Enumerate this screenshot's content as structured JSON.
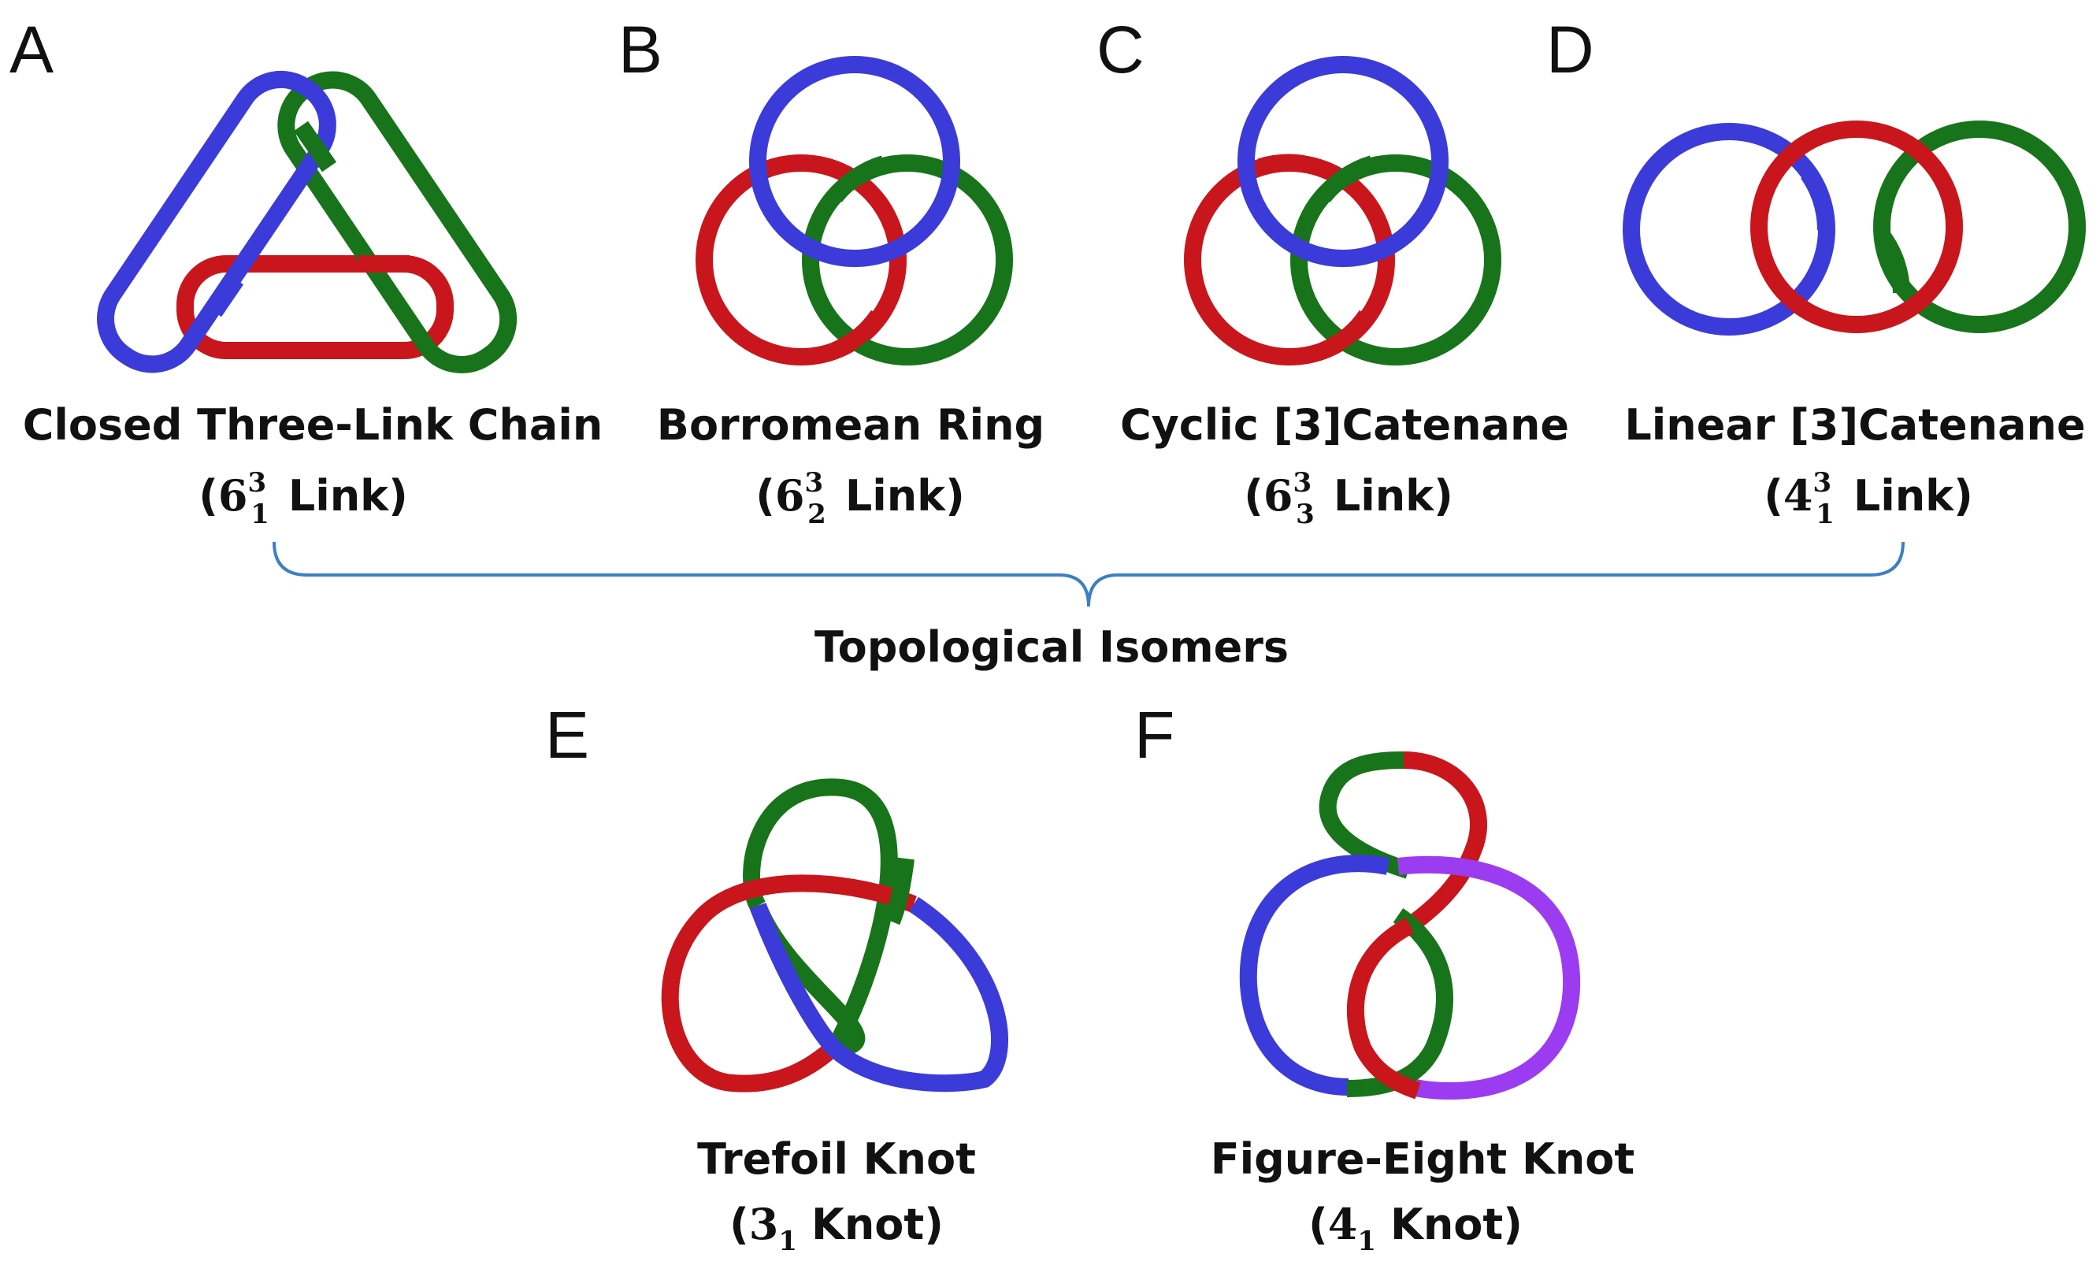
{
  "colors": {
    "blue": "#3b3bd9",
    "red": "#c8161c",
    "green": "#18741a",
    "purple": "#9b3cf0",
    "brace": "#3d7fc4"
  },
  "panels": {
    "A": {
      "letter": "A",
      "title": "Closed Three-Link Chain",
      "notation": {
        "open": "(",
        "base": "6",
        "sup": "3",
        "sub": "1",
        "word": "Link",
        "close": ")"
      }
    },
    "B": {
      "letter": "B",
      "title": "Borromean Ring",
      "notation": {
        "open": "(",
        "base": "6",
        "sup": "3",
        "sub": "2",
        "word": "Link",
        "close": ")"
      }
    },
    "C": {
      "letter": "C",
      "title": "Cyclic [3]Catenane",
      "notation": {
        "open": "(",
        "base": "6",
        "sup": "3",
        "sub": "3",
        "word": "Link",
        "close": ")"
      }
    },
    "D": {
      "letter": "D",
      "title": "Linear [3]Catenane",
      "notation": {
        "open": "(",
        "base": "4",
        "sup": "3",
        "sub": "1",
        "word": "Link",
        "close": ")"
      }
    },
    "E": {
      "letter": "E",
      "title": "Trefoil Knot",
      "notation": {
        "open": "(",
        "base": "3",
        "sub": "1",
        "word": "Knot",
        "close": ")"
      }
    },
    "F": {
      "letter": "F",
      "title": "Figure-Eight Knot",
      "notation": {
        "open": "(",
        "base": "4",
        "sub": "1",
        "word": "Knot",
        "close": ")"
      }
    }
  },
  "brace_label": "Topological Isomers"
}
